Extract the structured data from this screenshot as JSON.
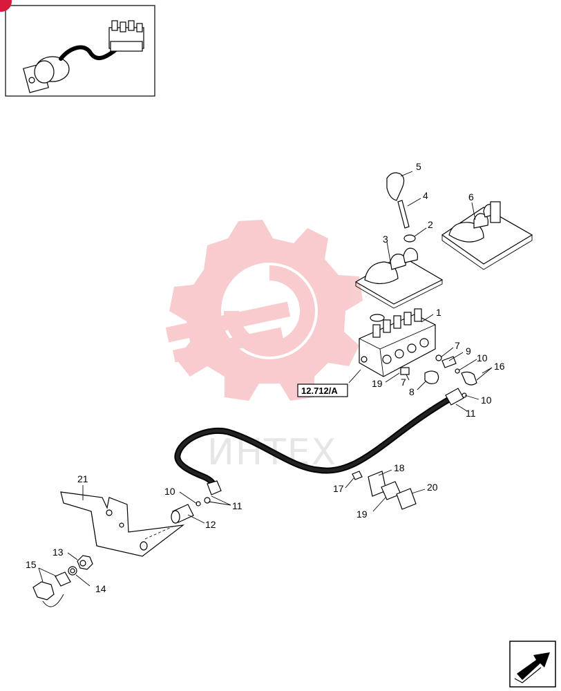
{
  "reference": {
    "text": "12.712/A"
  },
  "watermark": {
    "text": "ИНТЕХ",
    "color": "#e41e2a"
  },
  "nav": {
    "icon": "next-page-arrow-icon"
  },
  "callouts": [
    {
      "id": "c1",
      "text": "1"
    },
    {
      "id": "c2",
      "text": "2"
    },
    {
      "id": "c3",
      "text": "3"
    },
    {
      "id": "c4",
      "text": "4"
    },
    {
      "id": "c5",
      "text": "5"
    },
    {
      "id": "c6",
      "text": "6"
    },
    {
      "id": "c7a",
      "text": "7"
    },
    {
      "id": "c7b",
      "text": "7"
    },
    {
      "id": "c8",
      "text": "8"
    },
    {
      "id": "c9",
      "text": "9"
    },
    {
      "id": "c10a",
      "text": "10"
    },
    {
      "id": "c10b",
      "text": "10"
    },
    {
      "id": "c10c",
      "text": "10"
    },
    {
      "id": "c11a",
      "text": "11"
    },
    {
      "id": "c11b",
      "text": "11"
    },
    {
      "id": "c12",
      "text": "12"
    },
    {
      "id": "c13",
      "text": "13"
    },
    {
      "id": "c14",
      "text": "14"
    },
    {
      "id": "c15",
      "text": "15"
    },
    {
      "id": "c16",
      "text": "16"
    },
    {
      "id": "c17",
      "text": "17"
    },
    {
      "id": "c18",
      "text": "18"
    },
    {
      "id": "c19a",
      "text": "19"
    },
    {
      "id": "c19b",
      "text": "19"
    },
    {
      "id": "c20",
      "text": "20"
    },
    {
      "id": "c21",
      "text": "21"
    }
  ]
}
